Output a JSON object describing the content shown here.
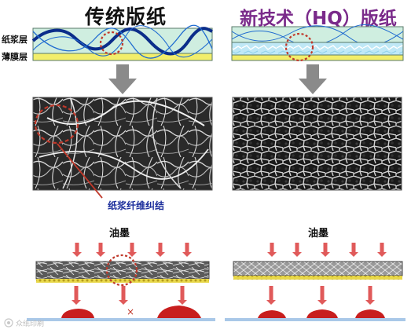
{
  "title_left": "传统版纸",
  "title_right": "新技术（HQ）版纸",
  "labels": {
    "pulp_layer": "纸浆层",
    "film_layer": "薄膜层",
    "fiber_tangle": "纸浆纤维纠结",
    "ink_left": "油墨",
    "ink_right": "油墨"
  },
  "watermark": "众纸印刷",
  "colors": {
    "layer_fill": "#cfeee0",
    "film_fill": "#f2ee6a",
    "wave_dark": "#0b2d8a",
    "wave_light": "#1f6bd0",
    "highlight_circle": "#c0392b",
    "arrow_red": "#e05a5a",
    "ink_drop": "#c81e1e",
    "substrate": "#a9c8e8",
    "down_arrow": "#8a8a8a",
    "hq_title": "#7a2a8a"
  },
  "icons": [
    "down-arrow-icon",
    "red-arrow-icon",
    "cross-icon",
    "ink-drop-icon",
    "watermark-icon"
  ]
}
